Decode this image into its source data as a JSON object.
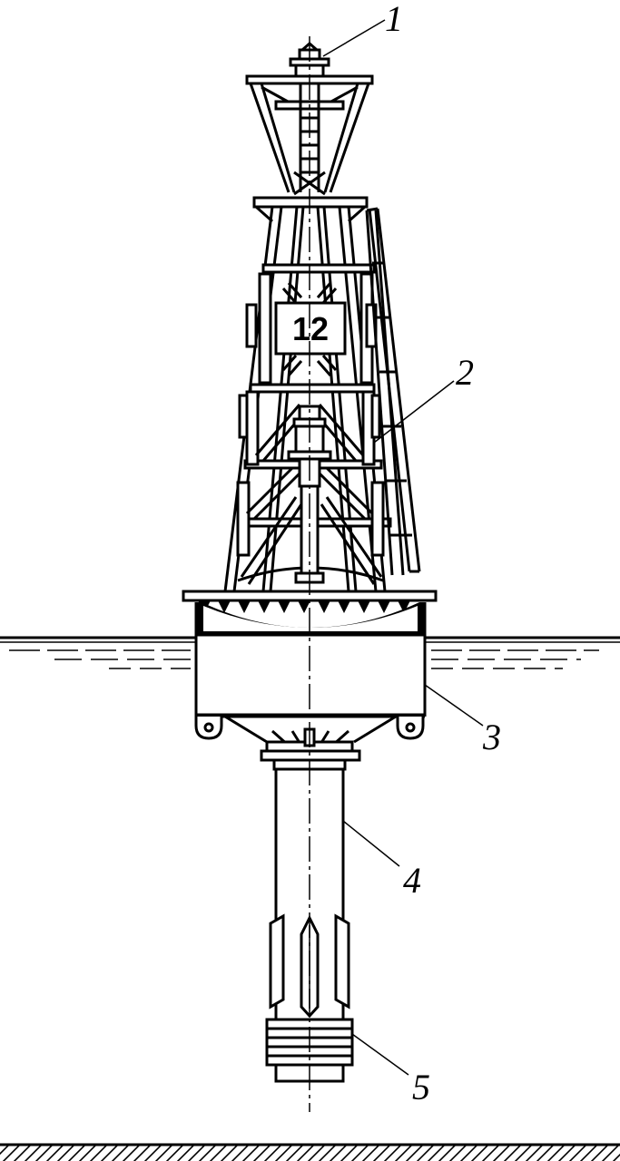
{
  "buoy_number": "12",
  "callouts": [
    {
      "id": "1",
      "text": "1"
    },
    {
      "id": "2",
      "text": "2"
    },
    {
      "id": "3",
      "text": "3"
    },
    {
      "id": "4",
      "text": "4"
    },
    {
      "id": "5",
      "text": "5"
    }
  ],
  "colors": {
    "ink": "#000000",
    "background": "#ffffff"
  }
}
